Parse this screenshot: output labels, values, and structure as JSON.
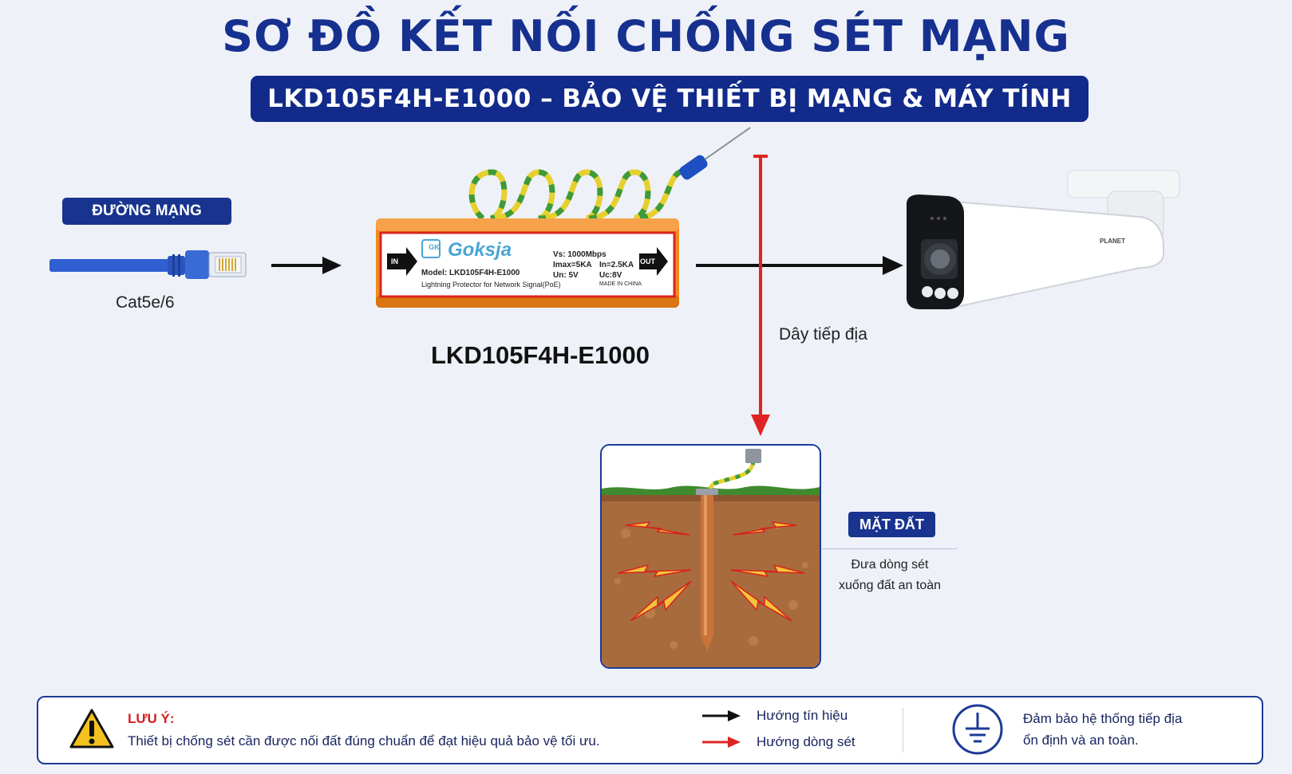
{
  "title": "SƠ ĐỒ KẾT NỐI CHỐNG SÉT MẠNG",
  "subtitle": "LKD105F4H-E1000 – BẢO VỆ THIẾT BỊ MẠNG & MÁY TÍNH",
  "network": {
    "badge": "ĐƯỜNG MẠNG",
    "cable_label": "Cat5e/6"
  },
  "device": {
    "brand": "Goksja",
    "brand_logo_text": "GK",
    "model_line": "Model: LKD105F4H-E1000",
    "description_line": "Lightning Protector for Network Signal(PoE)",
    "spec_vs": "Vs: 1000Mbps",
    "spec_imax": "Imax=5KA",
    "spec_in": "In=2.5KA",
    "spec_un": "Un: 5V",
    "spec_uc": "Uc:8V",
    "made_in": "MADE IN CHINA",
    "in_label": "IN",
    "out_label": "OUT",
    "caption": "LKD105F4H-E1000"
  },
  "camera": {
    "brand": "PLANET"
  },
  "ground": {
    "wire_label": "Dây tiếp địa",
    "badge": "MẶT ĐẤT",
    "description_line1": "Đưa dòng sét",
    "description_line2": "xuống đất an toàn"
  },
  "legend": {
    "note_title": "LƯU Ý:",
    "note_text": "Thiết bị chống sét cần được nối đất đúng chuẩn để đạt hiệu quả bảo vệ tối ưu.",
    "signal_label": "Hướng tín hiệu",
    "lightning_label": "Hướng dòng sét",
    "earth_text_line1": "Đảm bảo hệ thống tiếp địa",
    "earth_text_line2": "ổn định và an toàn."
  },
  "colors": {
    "primary_blue": "#16308f",
    "signal_arrow": "#111111",
    "lightning_arrow": "#e02424",
    "device_orange": "#f08a20",
    "cable_blue": "#2f5fd0"
  },
  "icons": {
    "warning": "warning-triangle-icon",
    "earth": "ground-symbol-icon"
  }
}
